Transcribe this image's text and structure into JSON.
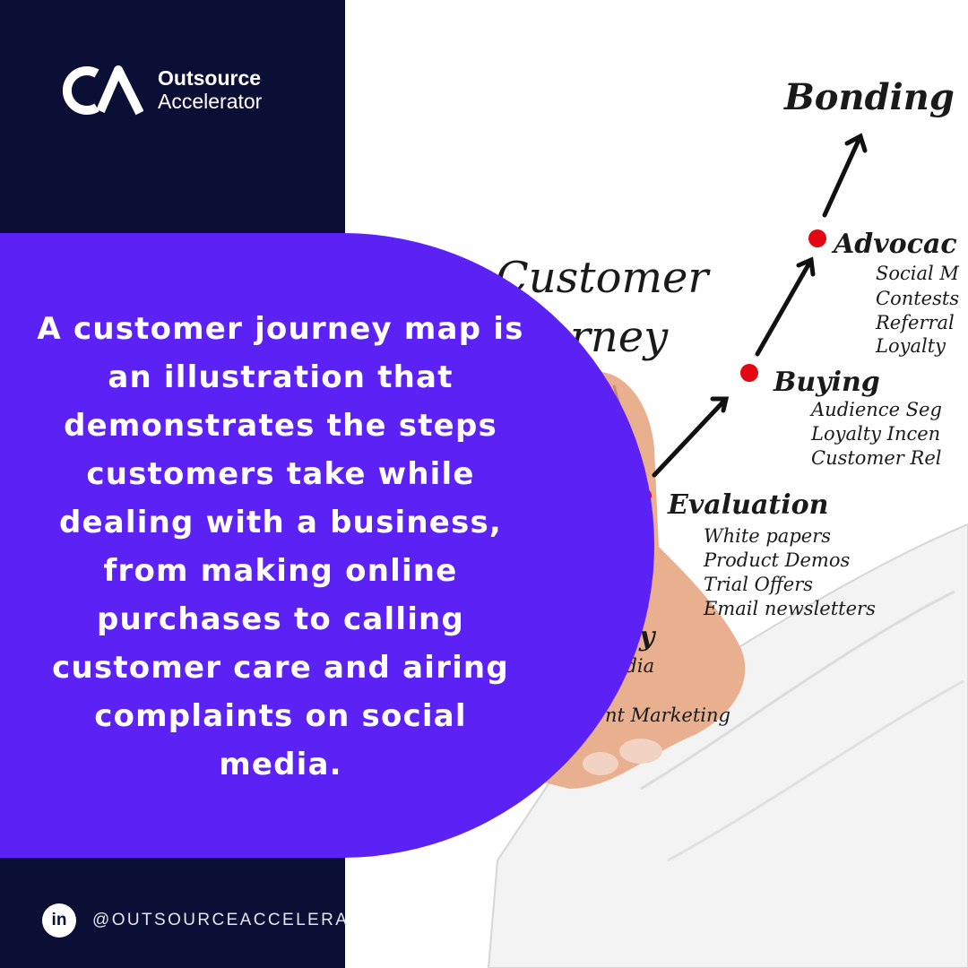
{
  "brand": {
    "name_line1": "Outsource",
    "name_line2": "Accelerator",
    "colors": {
      "navy": "#0b0f35",
      "purple": "#5b21f5",
      "dot_red": "#e30613"
    }
  },
  "headline": "A customer journey map is an illustration that demonstrates the steps customers take while dealing with a business, from making online purchases to calling customer care and airing complaints on social media.",
  "footer": {
    "social_icon": "linkedin-icon",
    "social_icon_label": "in",
    "handle": "@OUTSOURCEACCELERA"
  },
  "photo_labels": {
    "title_line1": "Customer",
    "title_line2": "urney",
    "bonding": "Bonding",
    "advocacy": "Advocac",
    "advocacy_items": [
      "Social M",
      "Contests",
      "Referral",
      "Loyalty"
    ],
    "buying": "Buying",
    "buying_items": [
      "Audience Seg",
      "Loyalty Incen",
      "Customer Rel"
    ],
    "evaluation": "Evaluation",
    "evaluation_items": [
      "White papers",
      "Product Demos",
      "Trial Offers",
      "Email newsletters"
    ],
    "awareness_fragment": "y",
    "awareness_items": [
      "edia",
      "nt Marketing"
    ]
  }
}
